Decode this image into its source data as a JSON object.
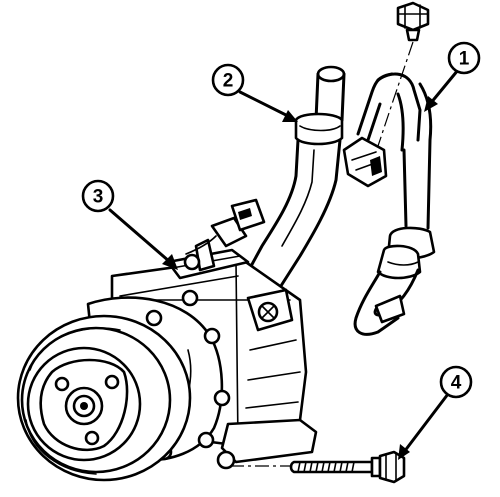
{
  "callouts": [
    {
      "number": "1"
    },
    {
      "number": "2"
    },
    {
      "number": "3"
    },
    {
      "number": "4"
    }
  ],
  "colors": {
    "ink": "#000000",
    "paper": "#ffffff"
  },
  "icons": [
    "compressor-illustration",
    "discharge-hose",
    "suction-line",
    "wire-connector",
    "mounting-bolt"
  ]
}
